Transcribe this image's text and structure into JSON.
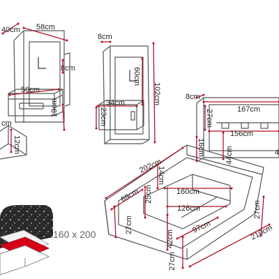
{
  "size_label": "160 x 200",
  "colors": {
    "outline": "#555555",
    "dimension": "#b11226",
    "mattress": "#d60018",
    "pattern": "#2a2a2a"
  },
  "icons": {
    "pattern_swatch": "stars-pattern-swatch"
  },
  "dims": {
    "w40": "40cm",
    "w58": "58cm",
    "d8a": "8cm",
    "d8b": "8cm",
    "h60": "60cm",
    "h102": "102cm",
    "w50": "50cm",
    "w34": "34cm",
    "h23": "23cm",
    "h19": "19cm",
    "h12": "12cm",
    "c": "cm",
    "d8c": "8cm",
    "w167": "167cm",
    "h27a": "27cm",
    "w156": "156cm",
    "h44": "44cm",
    "h16": "16cm",
    "e4": "4",
    "l202": "202cm",
    "h14": "14cm",
    "w160": "160cm",
    "w69": "69cm",
    "h25": "25cm",
    "w126": "126cm",
    "h27b": "27cm",
    "h27c": "27cm",
    "w97": "97cm",
    "h42": "42cm",
    "h27d": "27cm",
    "l210": "210cm"
  }
}
